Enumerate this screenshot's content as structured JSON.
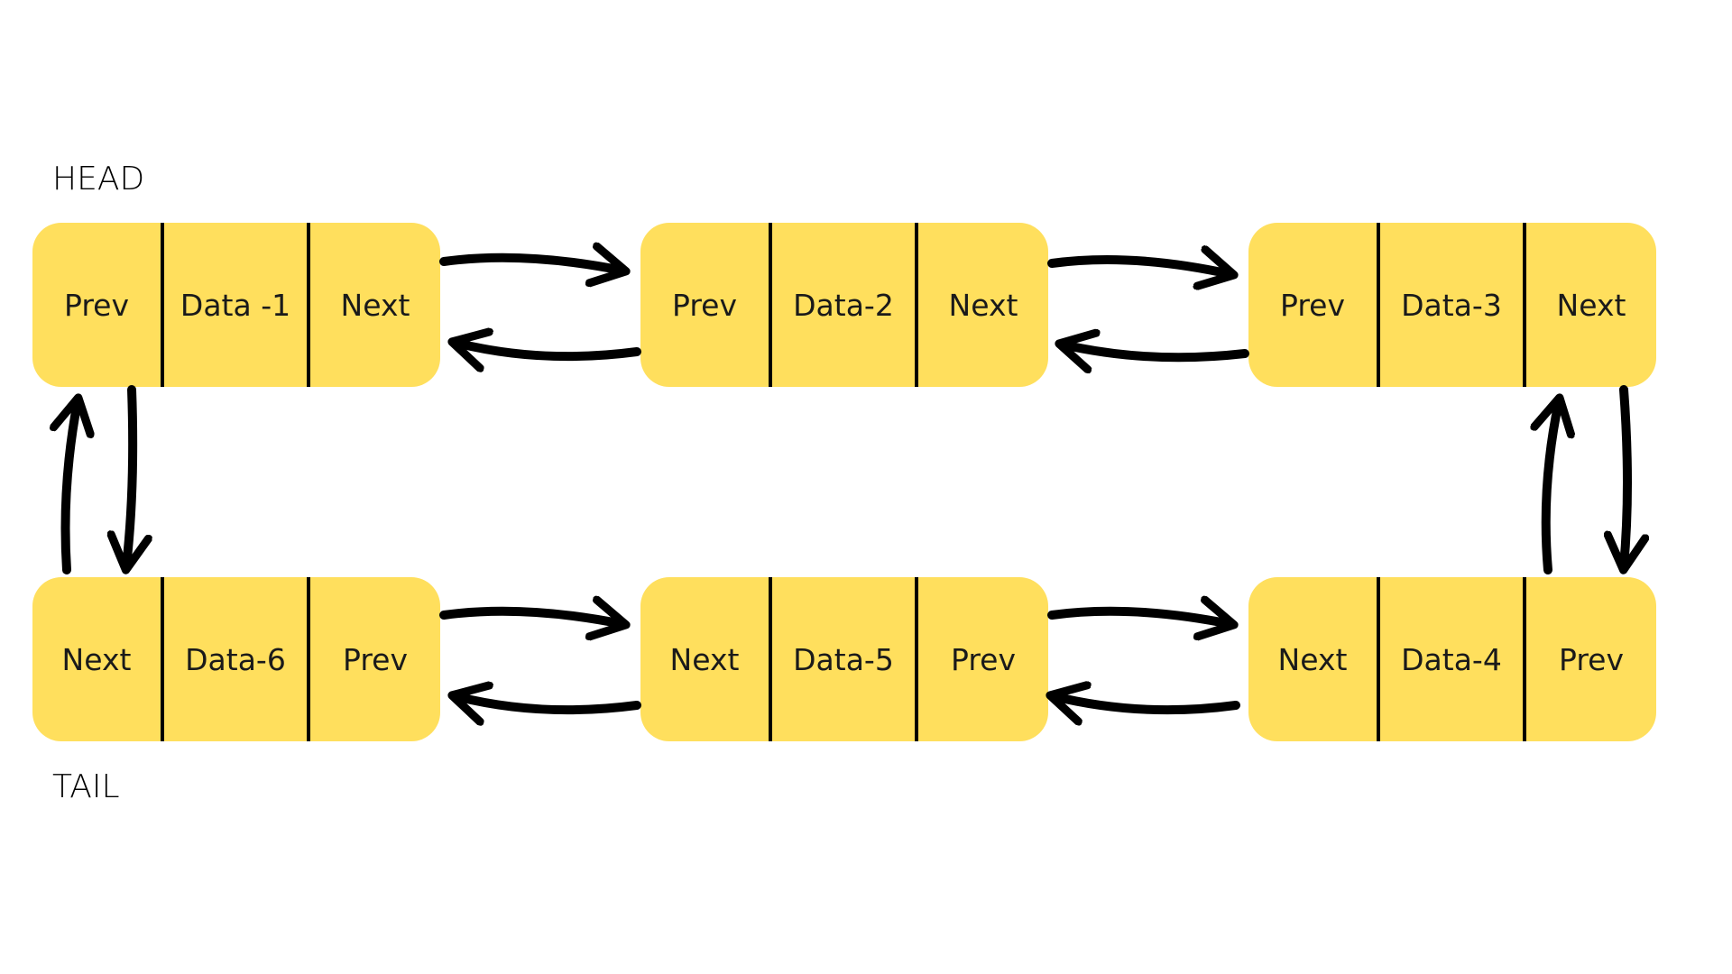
{
  "labels": {
    "head": "HEAD",
    "tail": "TAIL"
  },
  "nodes": [
    {
      "cells": [
        "Prev",
        "Data -1",
        "Next"
      ]
    },
    {
      "cells": [
        "Prev",
        "Data-2",
        "Next"
      ]
    },
    {
      "cells": [
        "Prev",
        "Data-3",
        "Next"
      ]
    },
    {
      "cells": [
        "Next",
        "Data-6",
        "Prev"
      ]
    },
    {
      "cells": [
        "Next",
        "Data-5",
        "Prev"
      ]
    },
    {
      "cells": [
        "Next",
        "Data-4",
        "Prev"
      ]
    }
  ],
  "colors": {
    "node_fill": "#ffdf5d",
    "arrow": "#000000",
    "background": "#ffffff"
  },
  "icons": {
    "arrow": "hand-drawn-arrow-icon"
  }
}
